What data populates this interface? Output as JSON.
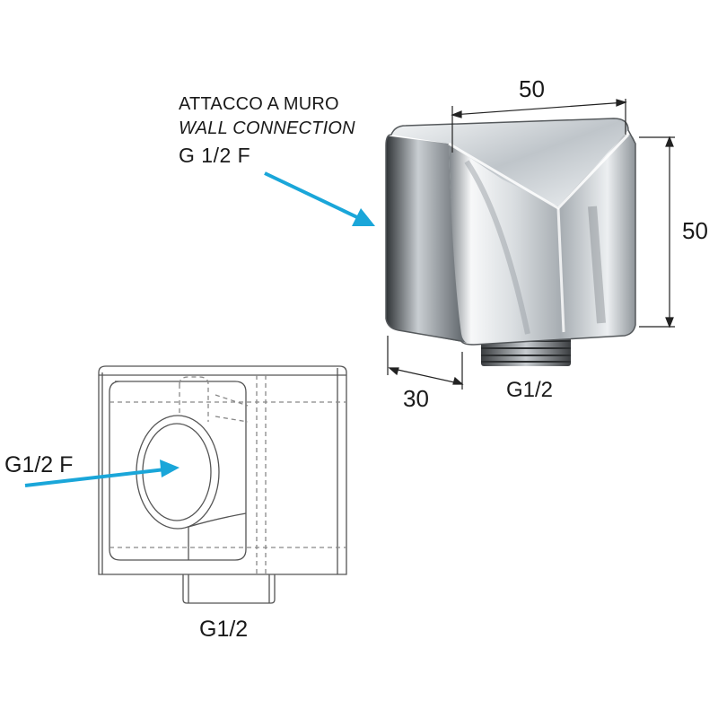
{
  "callout_top": {
    "line1": "ATTACCO A MURO",
    "line2": "WALL CONNECTION",
    "line3": "G 1/2 F"
  },
  "dimensions": {
    "width": "50",
    "height": "50",
    "depth": "30"
  },
  "threads": {
    "photo_outlet": "G1/2",
    "drawing_inlet": "G1/2 F",
    "drawing_outlet": "G1/2"
  },
  "colors": {
    "arrow": "#1aa6d9",
    "chrome_dark": "#3a3d40",
    "outline": "#555555"
  },
  "icons": {
    "pointer": "arrow-right-icon"
  }
}
